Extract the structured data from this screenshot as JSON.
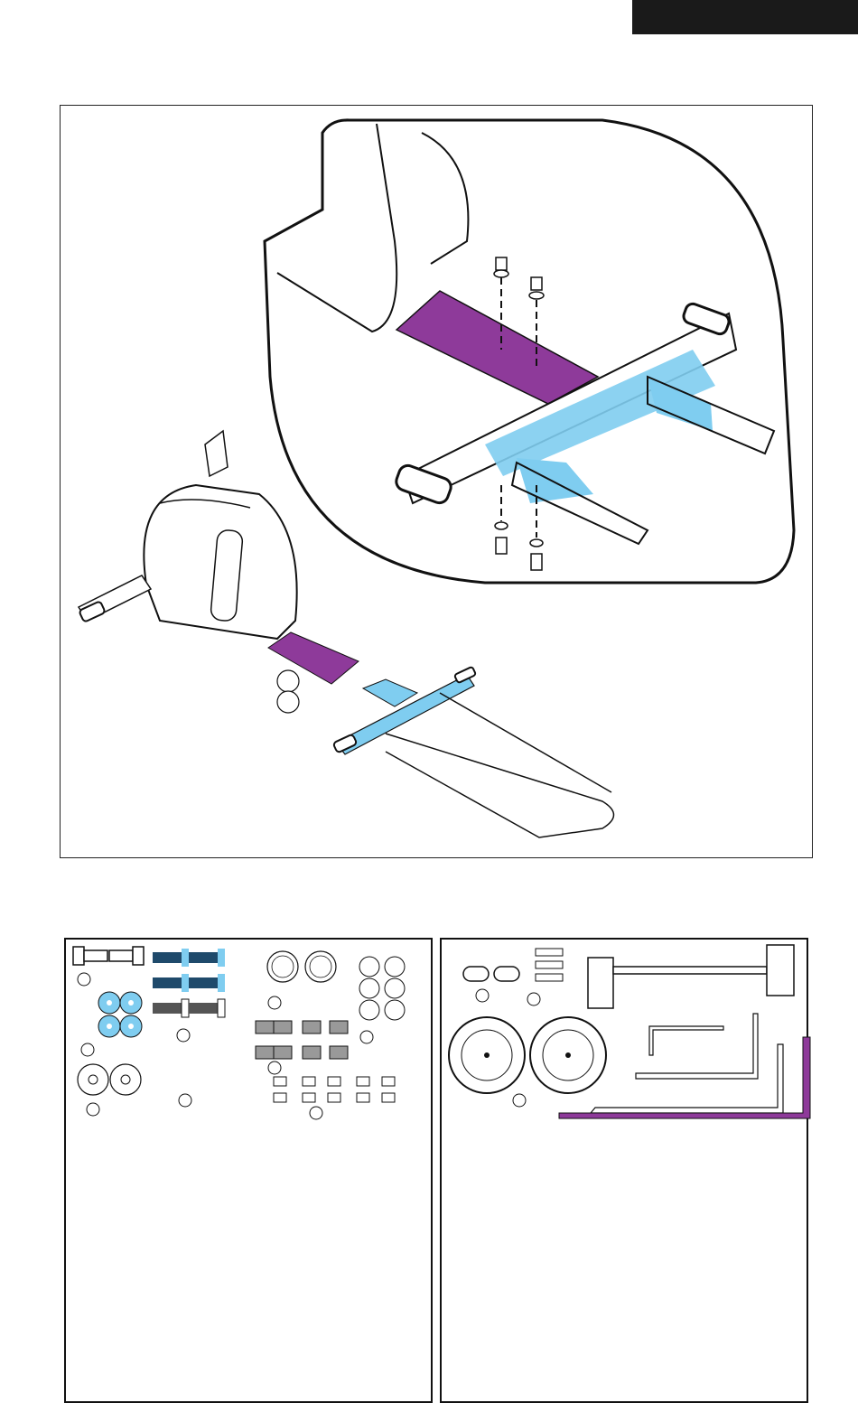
{
  "page": {
    "title": "",
    "page_number": ""
  },
  "colors": {
    "frame_bar": "#8e3a9a",
    "base_stabilizer": "#7fcdf0",
    "outline": "#111111",
    "corner_tab": "#1a1a1a"
  },
  "illustrations": {
    "assembly": "front-stabilizer-assembly",
    "detail": "detail-zoom-bolts",
    "hardware_left": "hardware-pack-bolts-washers",
    "hardware_right": "hardware-pack-tools-wheels"
  }
}
